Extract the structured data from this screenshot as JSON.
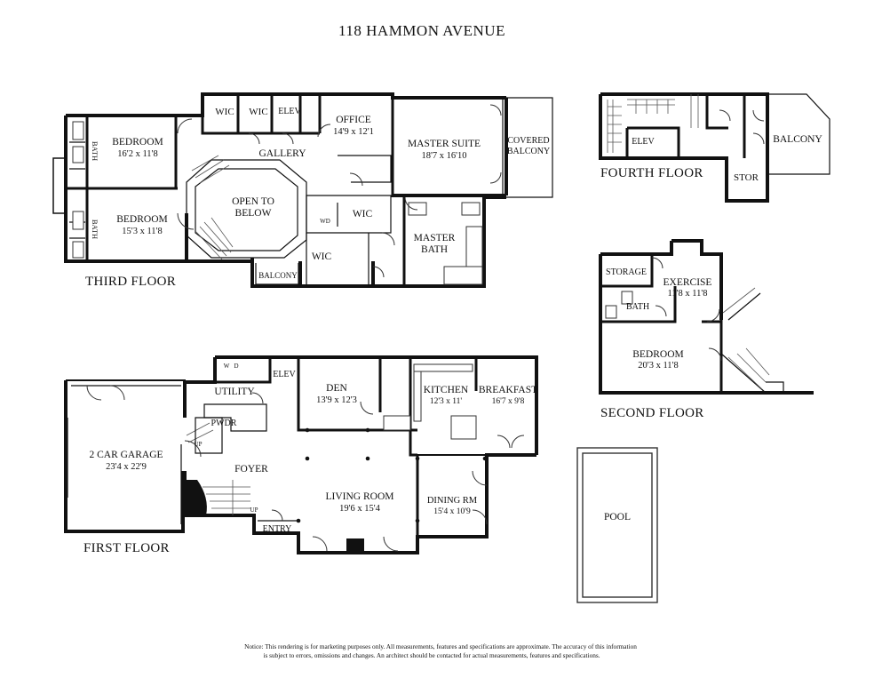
{
  "title": "118 HAMMON AVENUE",
  "floors": {
    "third": "THIRD FLOOR",
    "fourth": "FOURTH FLOOR",
    "second": "SECOND FLOOR",
    "first": "FIRST FLOOR"
  },
  "rooms": {
    "wic1": "WIC",
    "wic2": "WIC",
    "elev3": "ELEV",
    "office": "OFFICE",
    "office_dim": "14'9 x 12'1",
    "master_suite": "MASTER SUITE",
    "master_suite_dim": "18'7 x 16'10",
    "covered_balcony_1": "COVERED",
    "covered_balcony_2": "BALCONY",
    "gallery": "GALLERY",
    "bedroom3a": "BEDROOM",
    "bedroom3a_dim": "16'2 x 11'8",
    "bedroom3b": "BEDROOM",
    "bedroom3b_dim": "15'3 x 11'8",
    "bath3a": "BATH",
    "bath3b": "BATH",
    "open_to_1": "OPEN TO",
    "open_to_2": "BELOW",
    "wic3": "WIC",
    "wic4": "WIC",
    "wd3": "WD",
    "master_bath_1": "MASTER",
    "master_bath_2": "BATH",
    "balcony3": "BALCONY",
    "elev4": "ELEV",
    "balcony4": "BALCONY",
    "stor": "STOR",
    "storage": "STORAGE",
    "exercise": "EXERCISE",
    "exercise_dim": "11'8 x 11'8",
    "bath2": "BATH",
    "bedroom2": "BEDROOM",
    "bedroom2_dim": "20'3 x 11'8",
    "w": "W",
    "d": "D",
    "elev1": "ELEV",
    "utility": "UTILITY",
    "den": "DEN",
    "den_dim": "13'9 x 12'3",
    "kitchen": "KITCHEN",
    "kitchen_dim": "12'3 x 11'",
    "breakfast": "BREAKFAST",
    "breakfast_dim": "16'7 x 9'8",
    "pwdr": "PWDR",
    "up1": "UP",
    "up2": "UP",
    "garage": "2 CAR GARAGE",
    "garage_dim": "23'4 x 22'9",
    "foyer": "FOYER",
    "living": "LIVING ROOM",
    "living_dim": "19'6 x 15'4",
    "dining": "DINING RM",
    "dining_dim": "15'4 x 10'9",
    "entry": "ENTRY",
    "pool": "POOL"
  },
  "notice": {
    "line1": "Notice: This rendering is for marketing purposes only. All measurements, features and specifications are approximate. The accuracy of this information",
    "line2": "is subject to errors, omissions and changes. An architect should be contacted for actual measurements, features and specifications."
  }
}
